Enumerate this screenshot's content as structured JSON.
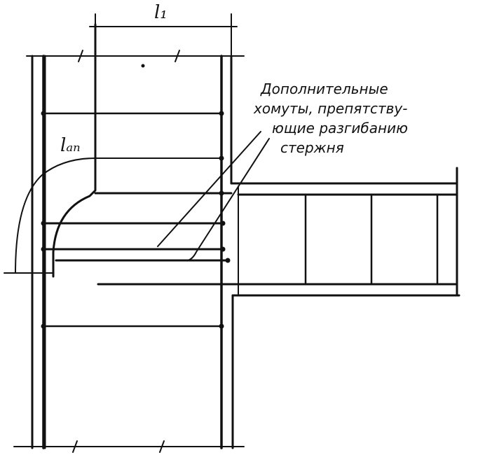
{
  "dimensions": {
    "l1": "l₁",
    "lan": "lₐₙ"
  },
  "annotation": {
    "line1": "Дополнительные",
    "line2": "хомуты, препятству-",
    "line3": "ющие разгибанию",
    "line4": "стержня"
  },
  "colors": {
    "ink": "#111111",
    "paper": "#ffffff"
  }
}
